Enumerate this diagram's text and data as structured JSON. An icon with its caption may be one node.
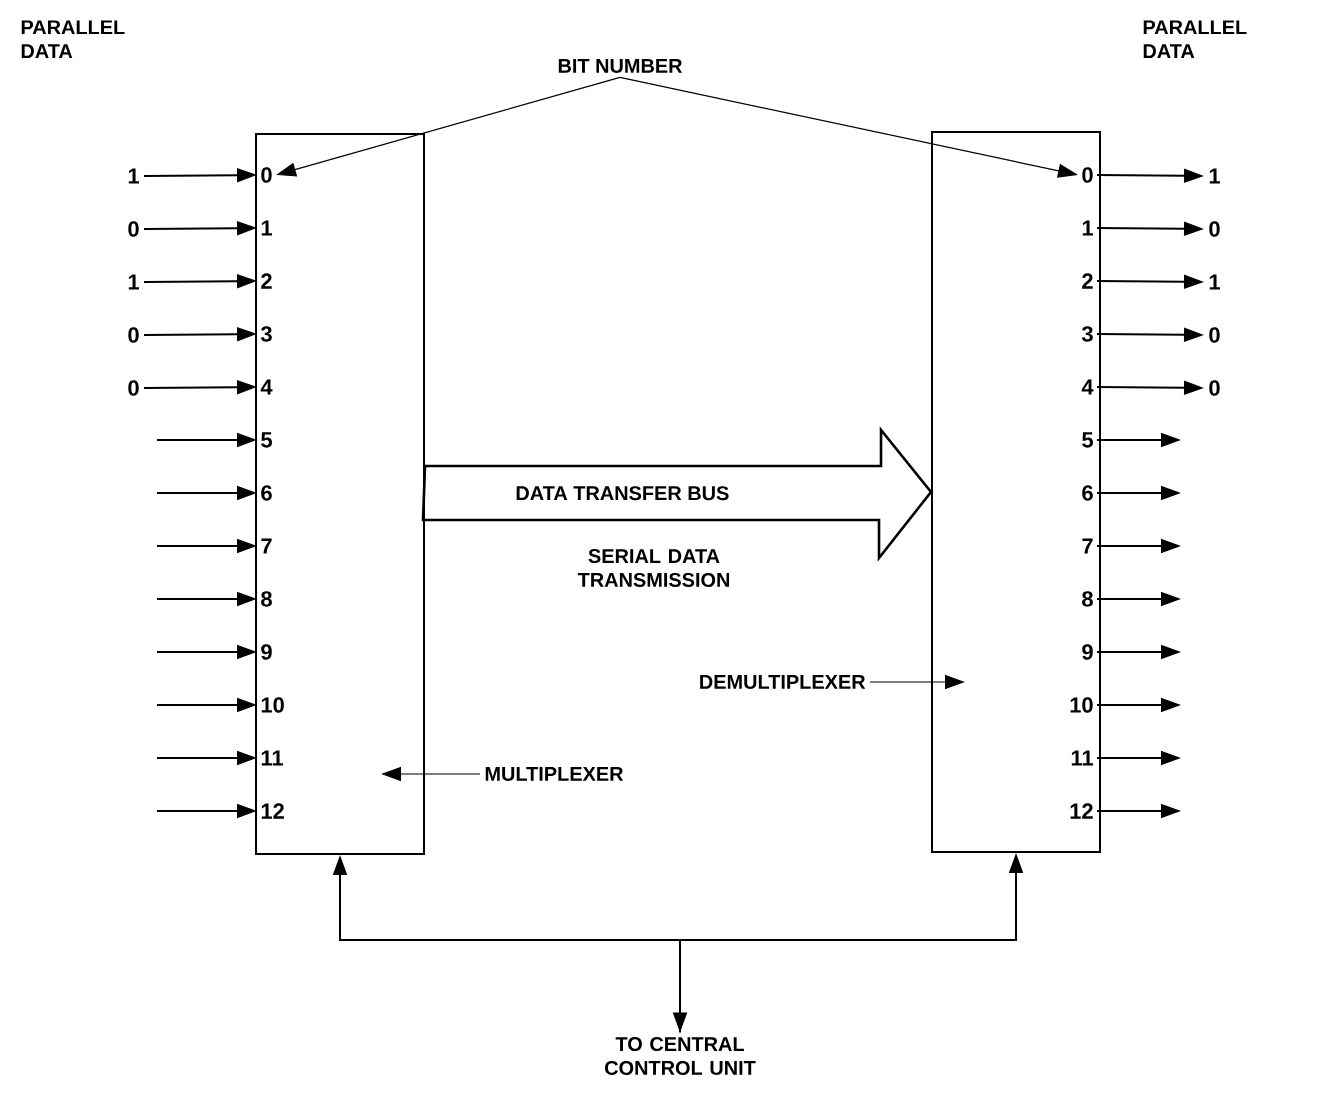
{
  "diagram": {
    "nodes": [
      {
        "text": [],
        "shape": "box"
      },
      {
        "text": [
          "0"
        ],
        "in": 0
      },
      {
        "text": [
          "1"
        ],
        "in": 0
      },
      {
        "text": [
          "2"
        ],
        "in": 0
      },
      {
        "text": [
          "3"
        ],
        "in": 0
      },
      {
        "text": [
          "4"
        ],
        "in": 0
      },
      {
        "text": [
          "5"
        ],
        "in": 0
      },
      {
        "text": [
          "6"
        ],
        "in": 0
      },
      {
        "text": [
          "7"
        ],
        "in": 0
      },
      {
        "text": [
          "8"
        ],
        "in": 0
      },
      {
        "text": [
          "9"
        ],
        "in": 0
      },
      {
        "text": [
          "10"
        ],
        "in": 0
      },
      {
        "text": [
          "11"
        ],
        "in": 0
      },
      {
        "text": [
          "12"
        ],
        "in": 0
      },
      {
        "text": [
          "1"
        ]
      },
      {
        "text": [
          "0"
        ]
      },
      {
        "text": [
          "1"
        ]
      },
      {
        "text": [
          "0"
        ]
      },
      {
        "text": [
          "0"
        ]
      },
      {
        "text": [],
        "shape": "box"
      },
      {
        "text": [
          "0"
        ],
        "in": 19
      },
      {
        "text": [
          "1"
        ],
        "in": 19
      },
      {
        "text": [
          "2"
        ],
        "in": 19
      },
      {
        "text": [
          "3"
        ],
        "in": 19
      },
      {
        "text": [
          "4"
        ],
        "in": 19
      },
      {
        "text": [
          "5"
        ],
        "in": 19
      },
      {
        "text": [
          "6"
        ],
        "in": 19
      },
      {
        "text": [
          "7"
        ],
        "in": 19
      },
      {
        "text": [
          "8"
        ],
        "in": 19
      },
      {
        "text": [
          "9"
        ],
        "in": 19
      },
      {
        "text": [
          "10"
        ],
        "in": 19
      },
      {
        "text": [
          "11"
        ],
        "in": 19
      },
      {
        "text": [
          "12"
        ],
        "in": 19
      },
      {
        "text": [
          "1"
        ]
      },
      {
        "text": [
          "0"
        ]
      },
      {
        "text": [
          "1"
        ]
      },
      {
        "text": [
          "0"
        ]
      },
      {
        "text": [
          "0"
        ]
      },
      {
        "text": [
          "BIT NUMBER"
        ]
      },
      {
        "text": [
          "MULTIPLEXER"
        ]
      },
      {
        "text": [
          "DEMULTIPLEXER"
        ]
      },
      {
        "text": [
          "TO CENTRAL CONTROL UNIT"
        ]
      }
    ],
    "edges": [
      {
        "from": 14,
        "to": 1,
        "arrow": "to"
      },
      {
        "from": 15,
        "to": 2,
        "arrow": "to"
      },
      {
        "from": 16,
        "to": 3,
        "arrow": "to"
      },
      {
        "from": 17,
        "to": 4,
        "arrow": "to"
      },
      {
        "from": 18,
        "to": 5,
        "arrow": "to"
      },
      {
        "from": null,
        "to": 6,
        "arrow": "to"
      },
      {
        "from": null,
        "to": 7,
        "arrow": "to"
      },
      {
        "from": null,
        "to": 8,
        "arrow": "to"
      },
      {
        "from": null,
        "to": 9,
        "arrow": "to"
      },
      {
        "from": null,
        "to": 10,
        "arrow": "to"
      },
      {
        "from": null,
        "to": 11,
        "arrow": "to"
      },
      {
        "from": null,
        "to": 12,
        "arrow": "to"
      },
      {
        "from": null,
        "to": 13,
        "arrow": "to"
      },
      {
        "from": 20,
        "to": 33,
        "arrow": "to"
      },
      {
        "from": 21,
        "to": 34,
        "arrow": "to"
      },
      {
        "from": 22,
        "to": 35,
        "arrow": "to"
      },
      {
        "from": 23,
        "to": 36,
        "arrow": "to"
      },
      {
        "from": 24,
        "to": 37,
        "arrow": "to"
      },
      {
        "from": 25,
        "to": null,
        "arrow": "to"
      },
      {
        "from": 26,
        "to": null,
        "arrow": "to"
      },
      {
        "from": 27,
        "to": null,
        "arrow": "to"
      },
      {
        "from": 28,
        "to": null,
        "arrow": "to"
      },
      {
        "from": 29,
        "to": null,
        "arrow": "to"
      },
      {
        "from": 30,
        "to": null,
        "arrow": "to"
      },
      {
        "from": 31,
        "to": null,
        "arrow": "to"
      },
      {
        "from": 32,
        "to": null,
        "arrow": "to"
      },
      {
        "from": 38,
        "to": 1,
        "arrow": "to"
      },
      {
        "from": 38,
        "to": 20,
        "arrow": "to"
      },
      {
        "from": 39,
        "to": 0,
        "arrow": "to"
      },
      {
        "from": 40,
        "to": 19,
        "arrow": "to"
      },
      {
        "from": 0,
        "to": 19,
        "arrow": "to",
        "label": "DATA TRANSFER BUS",
        "style": "thick"
      },
      {
        "from": 41,
        "to": 0,
        "arrow": "both"
      },
      {
        "from": 41,
        "to": 19,
        "arrow": "to"
      }
    ],
    "labels": [
      "PARALLEL DATA",
      "PARALLEL DATA",
      "SERIAL DATA TRANSMISSION"
    ]
  }
}
